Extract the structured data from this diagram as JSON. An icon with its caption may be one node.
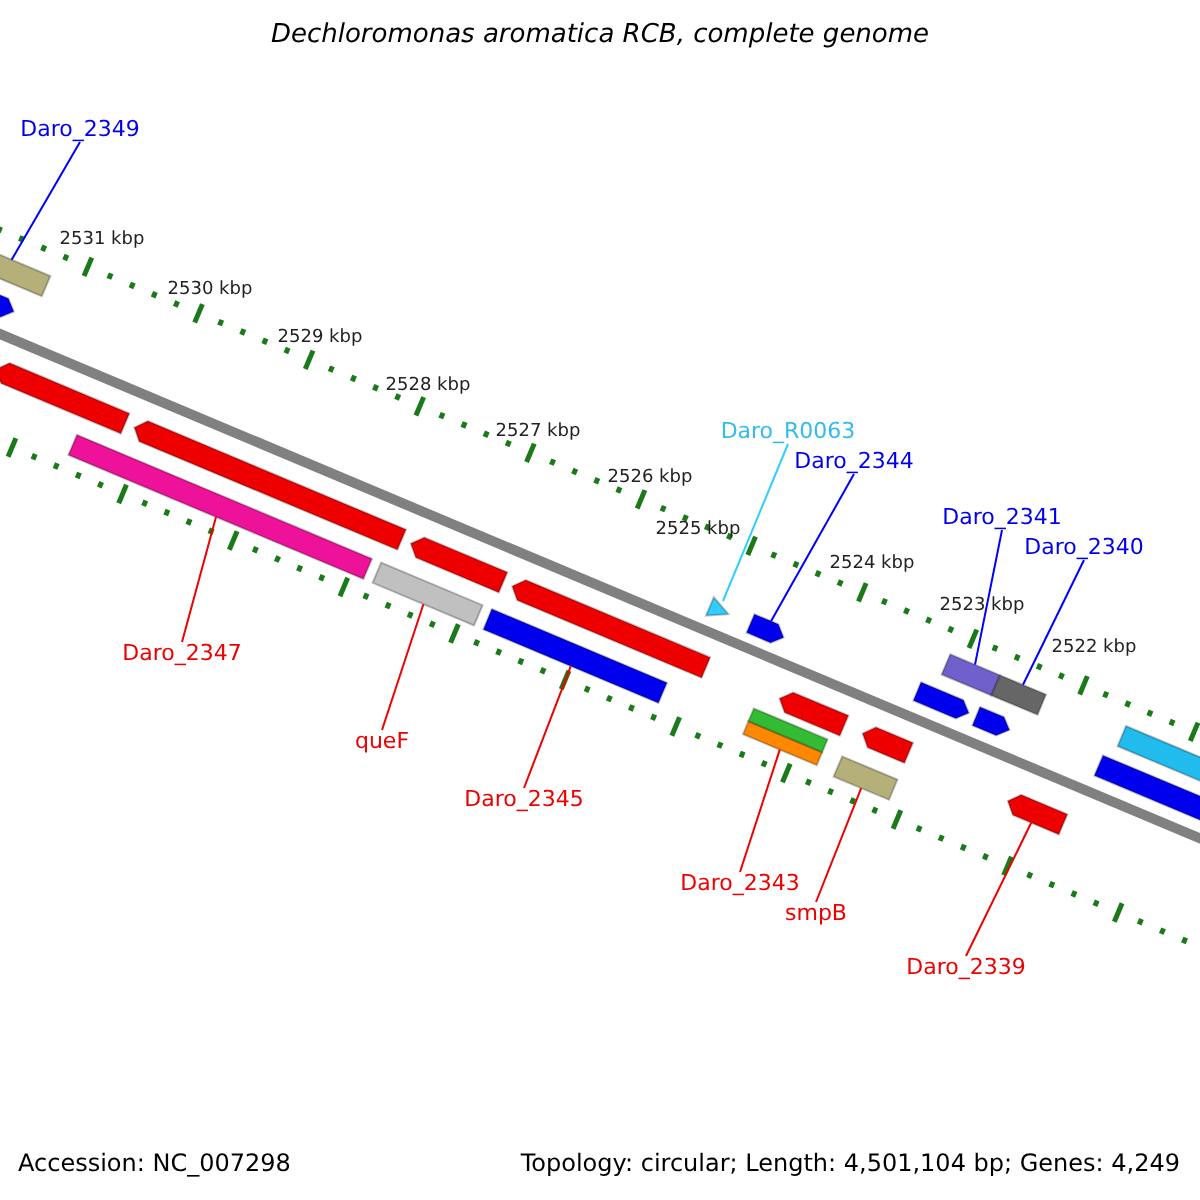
{
  "diagram": {
    "title": "Dechloromonas aromatica RCB, complete genome",
    "nodes": [
      {
        "text": [
          "Daro_2349"
        ]
      },
      {
        "text": [
          "Daro_R0063"
        ]
      },
      {
        "text": [
          "Daro_2344"
        ]
      },
      {
        "text": [
          "Daro_2341"
        ]
      },
      {
        "text": [
          "Daro_2340"
        ]
      },
      {
        "text": [
          "Daro_2347"
        ]
      },
      {
        "text": [
          "queF"
        ]
      },
      {
        "text": [
          "Daro_2345"
        ]
      },
      {
        "text": [
          "Daro_2343"
        ]
      },
      {
        "text": [
          "smpB"
        ]
      },
      {
        "text": [
          "Daro_2339"
        ]
      },
      {
        "text": [],
        "shape": "bar"
      },
      {
        "text": [],
        "shape": "bar"
      },
      {
        "text": [],
        "shape": "bar"
      },
      {
        "text": [],
        "shape": "bar"
      },
      {
        "text": [],
        "shape": "bar"
      },
      {
        "text": [],
        "shape": "bar"
      },
      {
        "text": [],
        "shape": "bar"
      },
      {
        "text": [],
        "shape": "bar"
      },
      {
        "text": [],
        "shape": "bar"
      },
      {
        "text": [],
        "shape": "bar"
      },
      {
        "text": [],
        "shape": "bar"
      },
      {
        "text": [],
        "shape": "bar"
      },
      {
        "text": [],
        "shape": "bar"
      },
      {
        "text": [],
        "shape": "bar"
      },
      {
        "text": [],
        "shape": "bar"
      },
      {
        "text": [],
        "shape": "bar"
      },
      {
        "text": [],
        "shape": "bar"
      },
      {
        "text": [],
        "shape": "bar"
      },
      {
        "text": [],
        "shape": "bar"
      },
      {
        "text": [],
        "shape": "bar"
      },
      {
        "text": [],
        "shape": "bar"
      },
      {
        "text": [],
        "shape": "bar"
      },
      {
        "text": [],
        "shape": "bar"
      }
    ],
    "edges": [
      {
        "from": 0,
        "to": 11,
        "arrow": "none",
        "color": "#0000ff"
      },
      {
        "from": 1,
        "to": 12,
        "arrow": "none",
        "color": "#33ccff"
      },
      {
        "from": 2,
        "to": 13,
        "arrow": "none",
        "color": "#0000ff"
      },
      {
        "from": 3,
        "to": 14,
        "arrow": "none",
        "color": "#0000ff"
      },
      {
        "from": 4,
        "to": 15,
        "arrow": "none",
        "color": "#0000ff"
      },
      {
        "from": 5,
        "to": 16,
        "arrow": "none"
      },
      {
        "from": 6,
        "to": 17,
        "arrow": "none"
      },
      {
        "from": 7,
        "to": 18,
        "arrow": "none"
      },
      {
        "from": 8,
        "to": 19,
        "arrow": "none"
      },
      {
        "from": 9,
        "to": 20,
        "arrow": "none"
      },
      {
        "from": 10,
        "to": 21,
        "arrow": "none"
      }
    ],
    "labels": [
      "2531 kbp",
      "2530 kbp",
      "2529 kbp",
      "2528 kbp",
      "2527 kbp",
      "2526 kbp",
      "2525 kbp",
      "2524 kbp",
      "2523 kbp",
      "2522 kbp",
      "Accession: NC_007298",
      "Topology: circular; Length: 4,501,104 bp; Genes: 4,249"
    ]
  }
}
